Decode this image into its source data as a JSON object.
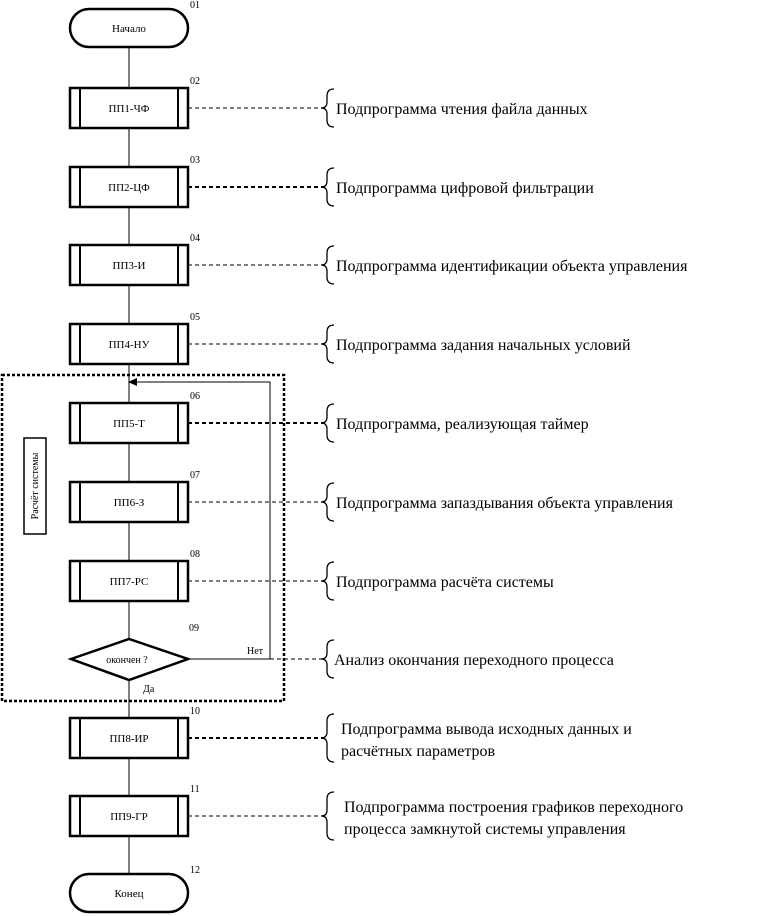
{
  "start": {
    "label": "Начало",
    "num": "01"
  },
  "end": {
    "label": "Конец",
    "num": "12"
  },
  "blocks": [
    {
      "num": "02",
      "label": "ПП1-ЧФ",
      "annotation": [
        "Подпрограмма чтения файла данных"
      ]
    },
    {
      "num": "03",
      "label": "ПП2-ЦФ",
      "annotation": [
        "Подпрограмма цифровой фильтрации"
      ]
    },
    {
      "num": "04",
      "label": "ПП3-И",
      "annotation": [
        "Подпрограмма идентификации объекта управления"
      ]
    },
    {
      "num": "05",
      "label": "ПП4-НУ",
      "annotation": [
        "Подпрограмма задания начальных условий"
      ]
    },
    {
      "num": "06",
      "label": "ПП5-Т",
      "annotation": [
        "Подпрограмма, реализующая таймер"
      ]
    },
    {
      "num": "07",
      "label": "ПП6-З",
      "annotation": [
        "Подпрограмма запаздывания объекта управления"
      ]
    },
    {
      "num": "08",
      "label": "ПП7-РС",
      "annotation": [
        "Подпрограмма расчёта системы"
      ]
    },
    {
      "num": "10",
      "label": "ПП8-ИР",
      "annotation": [
        "Подпрограмма вывода исходных данных и",
        "расчётных параметров"
      ]
    },
    {
      "num": "11",
      "label": "ПП9-ГР",
      "annotation": [
        "Подпрограмма построения графиков переходного",
        "процесса замкнутой системы управления"
      ]
    }
  ],
  "decision": {
    "num": "09",
    "label": "окончен ?",
    "no_label": "Нет",
    "yes_label": "Да",
    "annotation": [
      "Анализ окончания переходного процесса"
    ]
  },
  "loop_group": {
    "label": "Расчёт системы"
  }
}
